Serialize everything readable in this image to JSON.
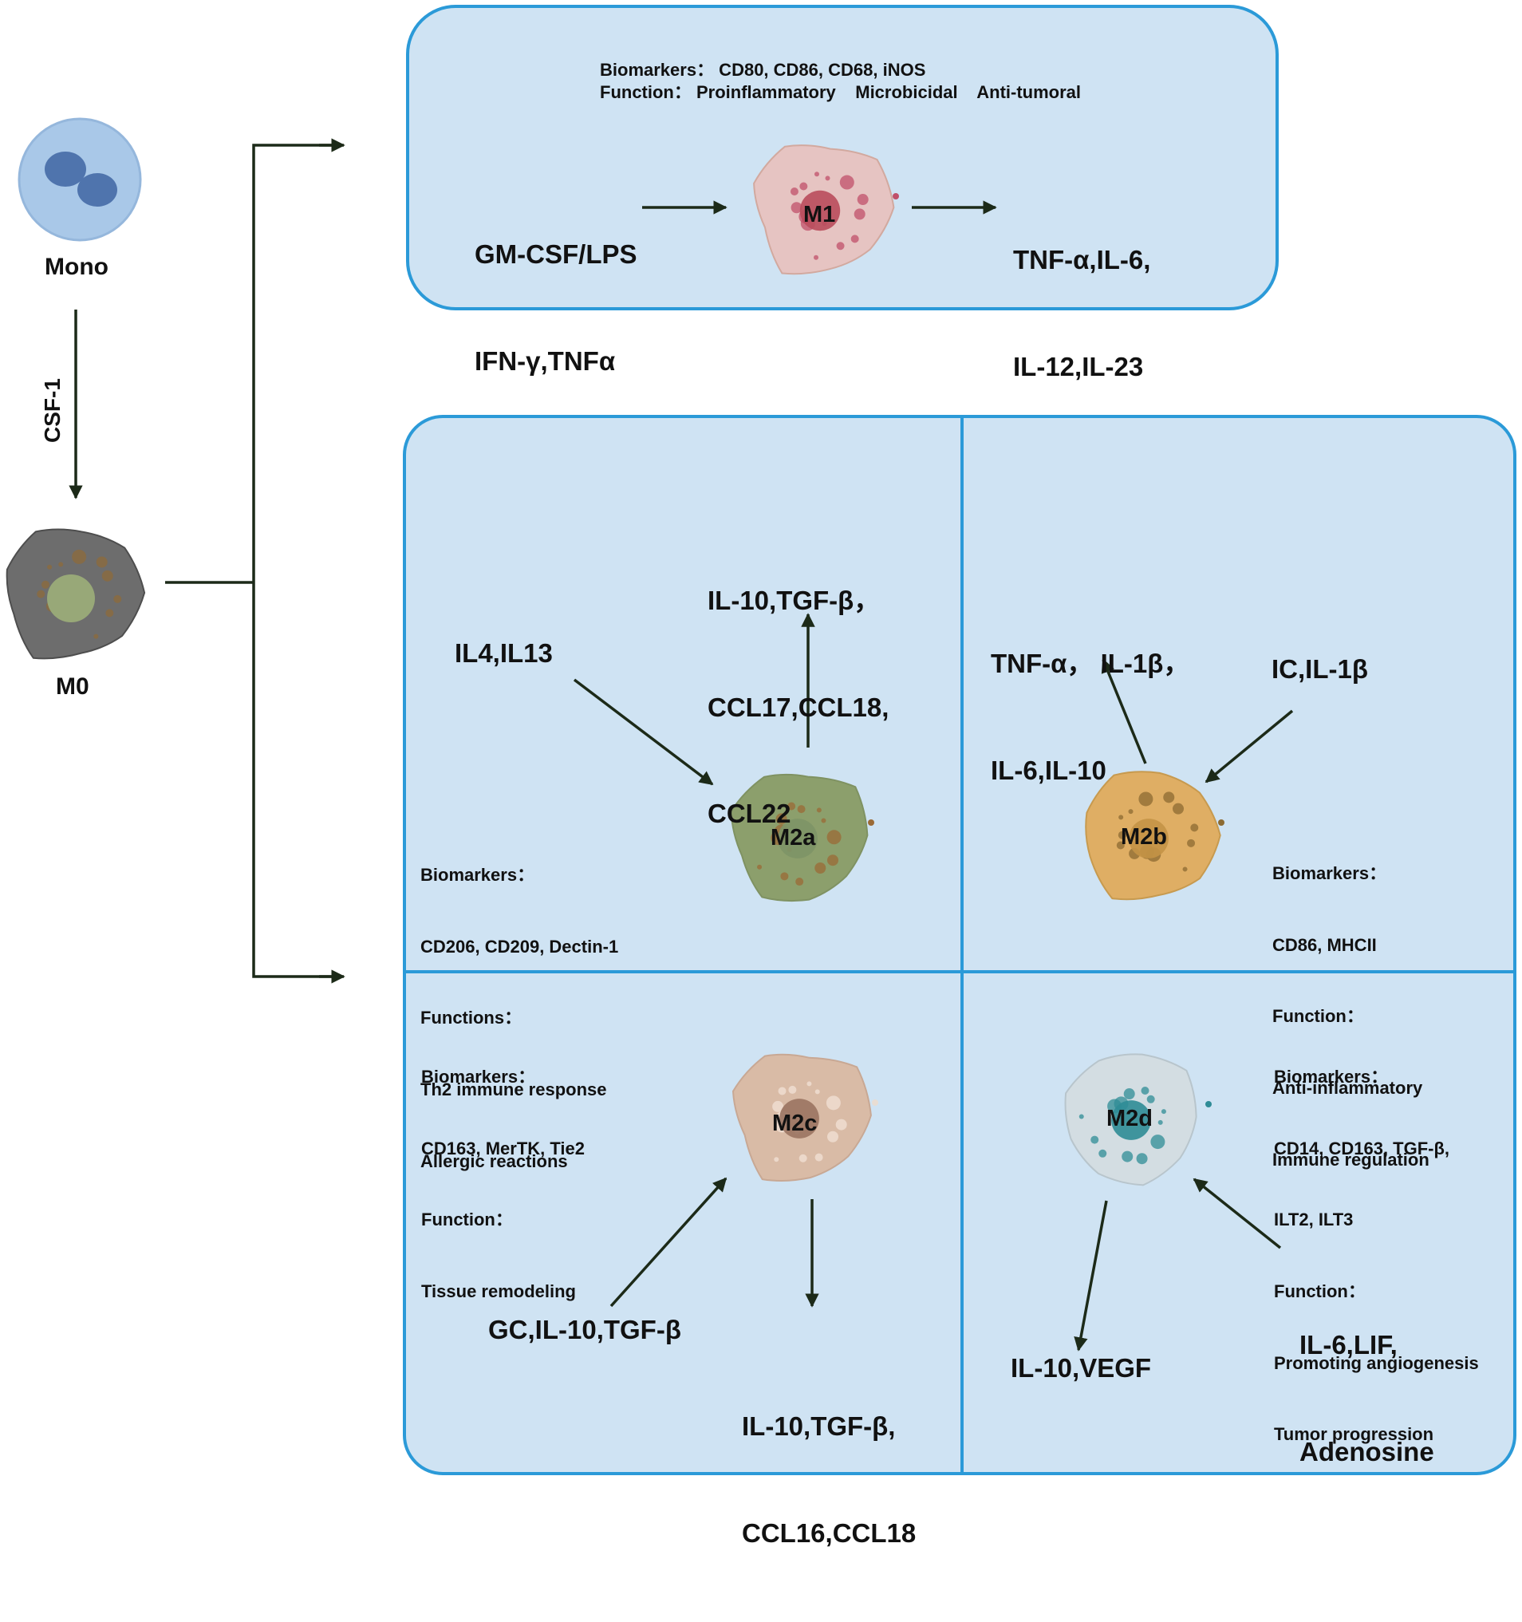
{
  "monocyte": {
    "label": "Mono",
    "color": "#a9c8e8",
    "nucleus_color": "#4f74ad"
  },
  "csf1": {
    "label": "CSF-1"
  },
  "m0": {
    "label": "M0",
    "color": "#6d6d6d",
    "nucleus_color": "#98a878"
  },
  "m1": {
    "label": "M1",
    "biomarkers_line": "Biomarkers： CD80, CD86, CD68, iNOS",
    "function_line": "Function： Proinflammatory    Microbicidal    Anti-tumoral",
    "inputs": [
      "GM-CSF/LPS",
      "IFN-γ,TNFα"
    ],
    "outputs": [
      "TNF-α,IL-6,",
      "IL-12,IL-23"
    ],
    "color": "#e6c4c2",
    "nucleus_color": "#b94c5c"
  },
  "m2a": {
    "label": "M2a",
    "inputs": [
      "IL4,IL13"
    ],
    "outputs": [
      "IL-10,TGF-β，",
      "CCL17,CCL18,",
      "CCL22"
    ],
    "info": [
      "Biomarkers：",
      "CD206, CD209, Dectin-1",
      "Functions：",
      "Th2 immune response",
      "Allergic reactions"
    ],
    "color": "#8c9f6c",
    "nucleus_color": "#7d9367"
  },
  "m2b": {
    "label": "M2b",
    "inputs": [
      "IC,IL-1β"
    ],
    "outputs": [
      "TNF-α， IL-1β，",
      "IL-6,IL-10"
    ],
    "info": [
      "Biomarkers：",
      "CD86, MHCII",
      "Function：",
      "Anti-inflammatory",
      "Immune regulation"
    ],
    "color": "#dfae64",
    "nucleus_color": "#c49346"
  },
  "m2c": {
    "label": "M2c",
    "inputs": [
      "GC,IL-10,TGF-β"
    ],
    "outputs": [
      "IL-10,TGF-β,",
      "CCL16,CCL18"
    ],
    "info": [
      "Biomarkers：",
      "CD163, MerTK, Tie2",
      "Function：",
      "Tissue remodeling"
    ],
    "color": "#d9bba6",
    "nucleus_color": "#9a7462"
  },
  "m2d": {
    "label": "M2d",
    "inputs": [
      "IL-6,LIF,",
      "Adenosine"
    ],
    "outputs": [
      "IL-10,VEGF"
    ],
    "info": [
      "Biomarkers：",
      "CD14, CD163, TGF-β,",
      "ILT2, ILT3",
      "Function：",
      "Promoting angiogenesis",
      "Tumor progression"
    ],
    "color": "#d3dde2",
    "nucleus_color": "#2f8c96"
  },
  "colors": {
    "panel": "#cfe3f3",
    "border": "#2b9ad8",
    "arrow": "#1c2a18"
  }
}
